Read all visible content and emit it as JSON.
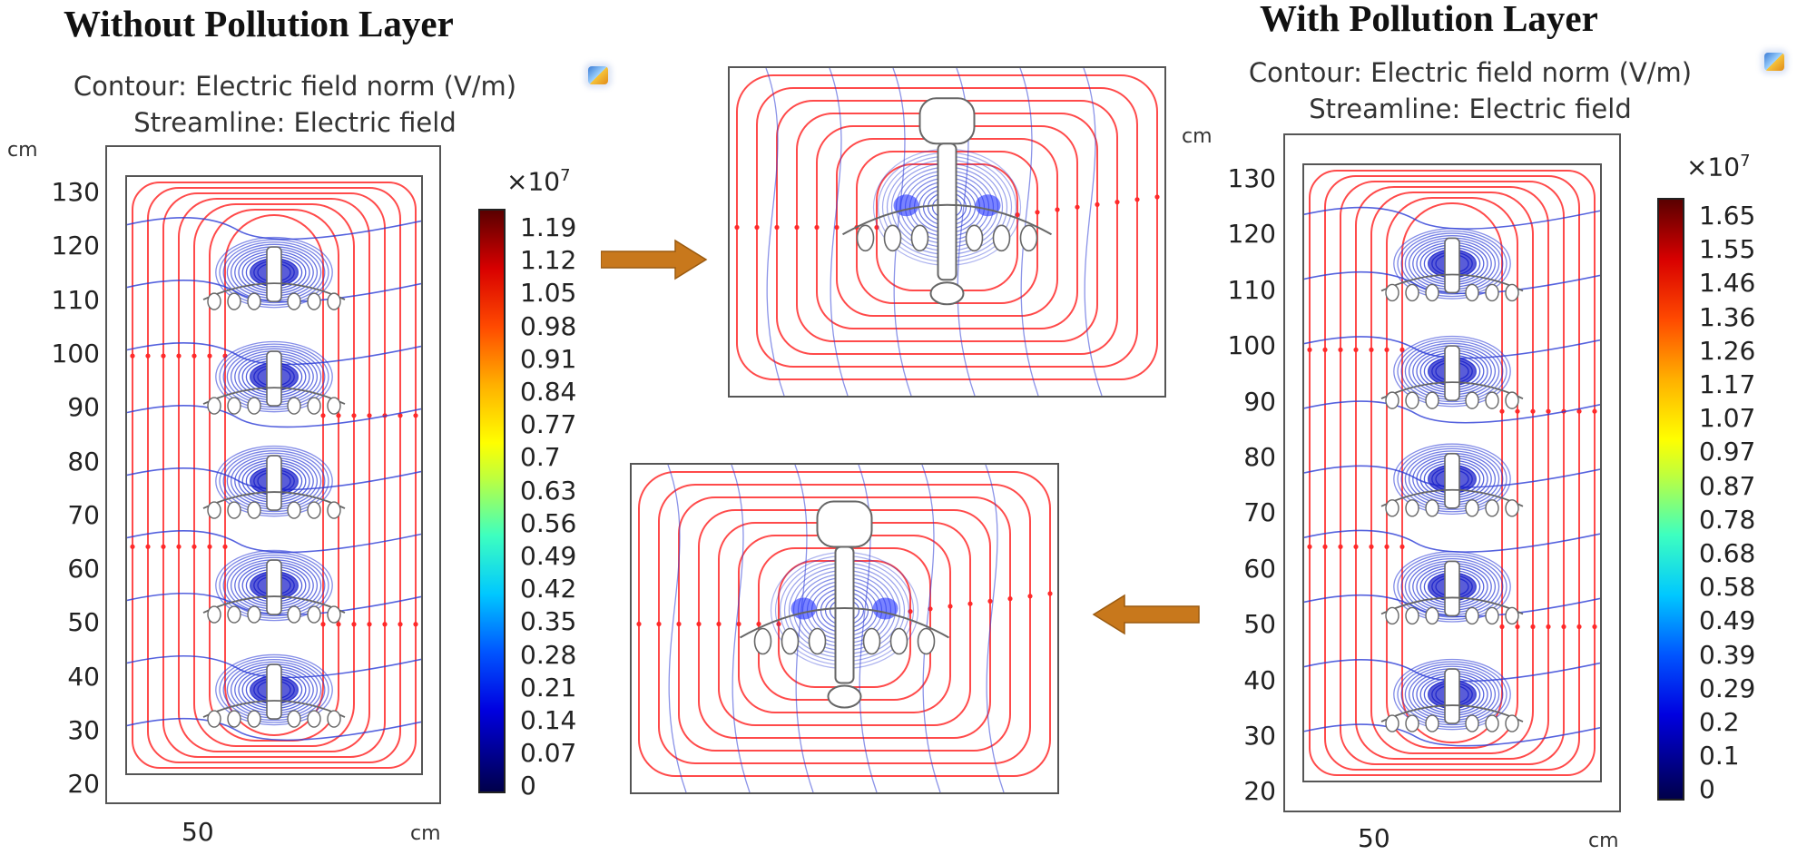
{
  "left_panel": {
    "title": "Without Pollution Layer",
    "subtitle_line1": "Contour: Electric field norm (V/m)",
    "subtitle_line2": "Streamline: Electric field",
    "axis_unit_y": "cm",
    "axis_unit_x": "cm",
    "y_ticks": [
      "130",
      "120",
      "110",
      "100",
      "90",
      "80",
      "70",
      "60",
      "50",
      "40",
      "30",
      "20"
    ],
    "x_tick": "50",
    "colorbar_multiplier": "×10",
    "colorbar_exponent": "7",
    "colorbar_ticks": [
      "1.19",
      "1.12",
      "1.05",
      "0.98",
      "0.91",
      "0.84",
      "0.77",
      "0.7",
      "0.63",
      "0.56",
      "0.49",
      "0.42",
      "0.35",
      "0.28",
      "0.21",
      "0.14",
      "0.07",
      "0"
    ],
    "icon": "comsol-logo-icon"
  },
  "right_panel": {
    "title": "With Pollution Layer",
    "subtitle_line1": "Contour: Electric field norm (V/m)",
    "subtitle_line2": "Streamline: Electric field",
    "axis_unit_y": "cm",
    "axis_unit_x": "cm",
    "y_ticks": [
      "130",
      "120",
      "110",
      "100",
      "90",
      "80",
      "70",
      "60",
      "50",
      "40",
      "30",
      "20"
    ],
    "x_tick": "50",
    "colorbar_multiplier": "×10",
    "colorbar_exponent": "7",
    "colorbar_ticks": [
      "1.65",
      "1.55",
      "1.46",
      "1.36",
      "1.26",
      "1.17",
      "1.07",
      "0.97",
      "0.87",
      "0.78",
      "0.68",
      "0.58",
      "0.49",
      "0.39",
      "0.29",
      "0.2",
      "0.1",
      "0"
    ],
    "icon": "comsol-logo-icon"
  },
  "arrows": {
    "color": "#c8781c",
    "top": "right-arrow",
    "bottom": "left-arrow"
  },
  "colors": {
    "streamline": "#ff2a2a",
    "contour": "#2b3bd6",
    "insulator_outline": "#666666"
  }
}
